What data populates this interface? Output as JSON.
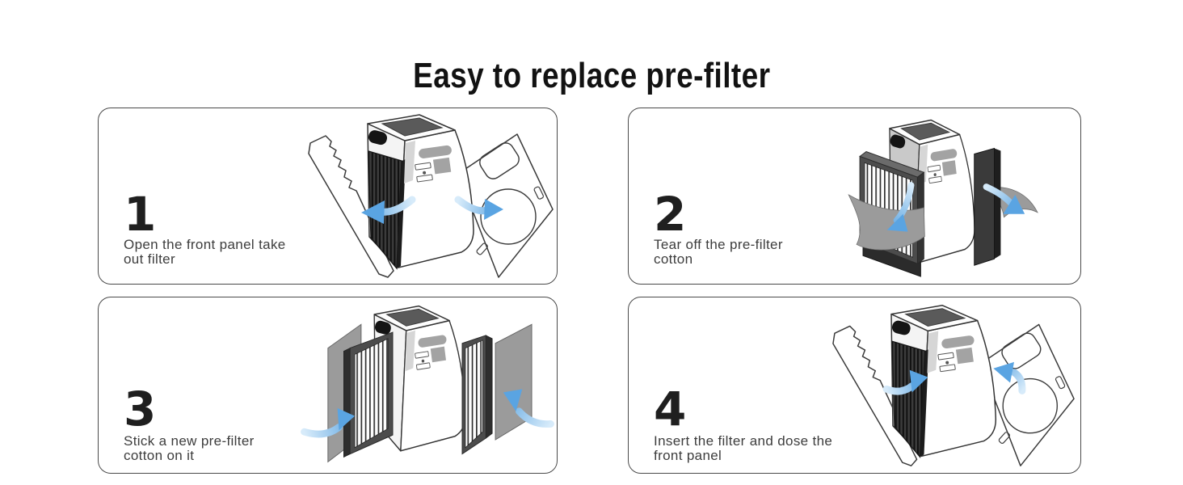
{
  "title": "Easy to replace pre-filter",
  "steps": [
    {
      "number": "1",
      "lines": [
        "Open the front panel take",
        "out filter"
      ],
      "illustration": "purifier-front-panels-open-arrows-outward"
    },
    {
      "number": "2",
      "lines": [
        "Tear off the pre-filter",
        "cotton"
      ],
      "illustration": "purifier-cotton-sheets-peeling-off-filters"
    },
    {
      "number": "3",
      "lines": [
        "Stick a new pre-filter",
        "cotton on it"
      ],
      "illustration": "purifier-new-cotton-sheets-arrows-inward"
    },
    {
      "number": "4",
      "lines": [
        "Insert the filter and dose the",
        "front panel"
      ],
      "illustration": "purifier-front-panels-open-arrows-inward"
    }
  ],
  "colors": {
    "background": "#ffffff",
    "panel_border": "#4a4a4a",
    "title_text": "#121212",
    "step_number": "#1f1f1f",
    "step_text": "#3d3d3d",
    "arrow_blue": "#5aa4e2",
    "arrow_blue_light": "#d7ebfa",
    "filter_dark": "#2f2f2f",
    "cotton_gray": "#9b9b9b",
    "vent_gray": "#5a5a5a"
  }
}
